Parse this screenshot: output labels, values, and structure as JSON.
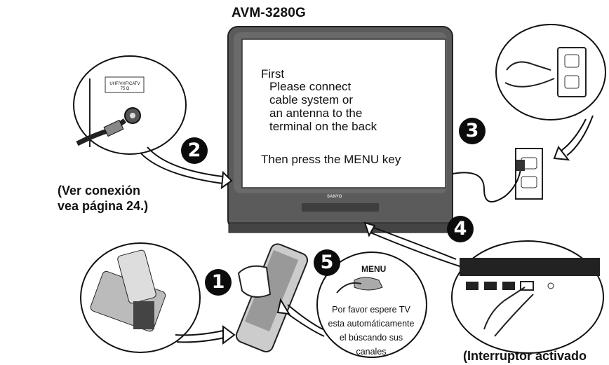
{
  "diagram": {
    "model": "AVM-3280G",
    "screen_text": {
      "line1": "First",
      "line2": "Please connect",
      "line3": "cable system or",
      "line4": "an antenna to the",
      "line5": "terminal on the back",
      "line6": "Then press the MENU key"
    },
    "brand_label": "SANYO",
    "jack_label_line1": "UHF/VHF/CATV",
    "jack_label_line2": "75 Ω",
    "left_note_line1": "(Ver conexión",
    "left_note_line2": "vea página 24.)",
    "menu_key_label": "MENU",
    "wait_text": {
      "line1": "Por favor espere TV",
      "line2": "esta automáticamente",
      "line3": "el búscando sus",
      "line4": "canales"
    },
    "right_note": "(Interruptor activado",
    "steps": {
      "one": "1",
      "two": "2",
      "three": "3",
      "four": "4",
      "five": "5"
    }
  }
}
